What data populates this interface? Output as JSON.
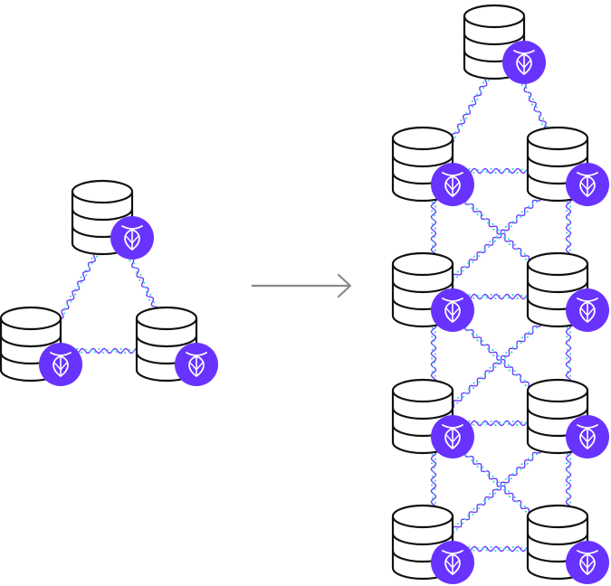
{
  "colors": {
    "background": "#ffffff",
    "stroke": "#111111",
    "badge": "#6933FF",
    "badge_icon": "#ffffff",
    "link_primary": "#6933FF",
    "link_secondary": "#33D6E6",
    "arrow": "#8a8a8a"
  },
  "icons": {
    "database": "database-icon",
    "badge": "cockroach-logo-icon",
    "arrow": "arrow-right-icon"
  },
  "diagram": {
    "before": {
      "nodes": [
        "top",
        "left",
        "right"
      ],
      "links": [
        [
          "top",
          "left"
        ],
        [
          "top",
          "right"
        ],
        [
          "left",
          "right"
        ]
      ]
    },
    "after": {
      "nodes": [
        "apex",
        "r1-left",
        "r1-right",
        "r2-left",
        "r2-right",
        "r3-left",
        "r3-right",
        "r4-left",
        "r4-right"
      ],
      "links": [
        [
          "apex",
          "r1-left"
        ],
        [
          "apex",
          "r1-right"
        ],
        [
          "r1-left",
          "r1-right"
        ],
        [
          "r1-left",
          "r2-left"
        ],
        [
          "r1-right",
          "r2-right"
        ],
        [
          "r1-left",
          "r2-right"
        ],
        [
          "r1-right",
          "r2-left"
        ],
        [
          "r2-left",
          "r2-right"
        ],
        [
          "r2-left",
          "r3-left"
        ],
        [
          "r2-right",
          "r3-right"
        ],
        [
          "r2-left",
          "r3-right"
        ],
        [
          "r2-right",
          "r3-left"
        ],
        [
          "r3-left",
          "r3-right"
        ],
        [
          "r3-left",
          "r4-left"
        ],
        [
          "r3-right",
          "r4-right"
        ],
        [
          "r3-left",
          "r4-right"
        ],
        [
          "r3-right",
          "r4-left"
        ],
        [
          "r4-left",
          "r4-right"
        ]
      ]
    }
  }
}
